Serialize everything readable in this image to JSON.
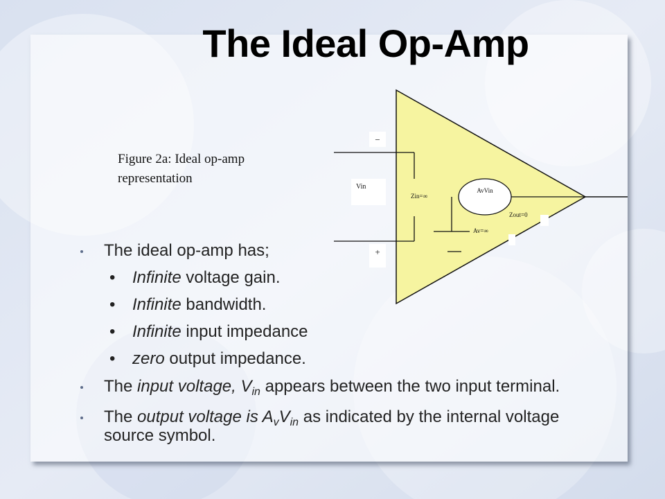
{
  "slide": {
    "title": "The Ideal Op-Amp",
    "caption": "Figure 2a: Ideal op-amp representation"
  },
  "diagram": {
    "minus_label": "−",
    "plus_label": "+",
    "vin_label": "Vin",
    "zin_label": "Zin=∞",
    "source_label": "AvVin",
    "zout_label": "Zout=0",
    "av_label": "Av=∞",
    "fill_color": "#f6f4a0"
  },
  "bullets": {
    "intro": "The ideal op-amp has;",
    "items": [
      {
        "em": "Infinite",
        "rest": " voltage gain."
      },
      {
        "em": "Infinite",
        "rest": " bandwidth."
      },
      {
        "em": "Infinite",
        "rest": " input impedance"
      },
      {
        "em": "zero",
        "rest": " output impedance."
      }
    ],
    "input_line": {
      "lead": "The ",
      "em": "input voltage, V",
      "sub": "in",
      "rest": " appears between the two input terminal."
    },
    "output_line": {
      "lead": "The ",
      "em": "output voltage is A",
      "sub1": "v",
      "em2": "V",
      "sub2": "in",
      "rest": " as indicated by the internal voltage source symbol."
    }
  }
}
